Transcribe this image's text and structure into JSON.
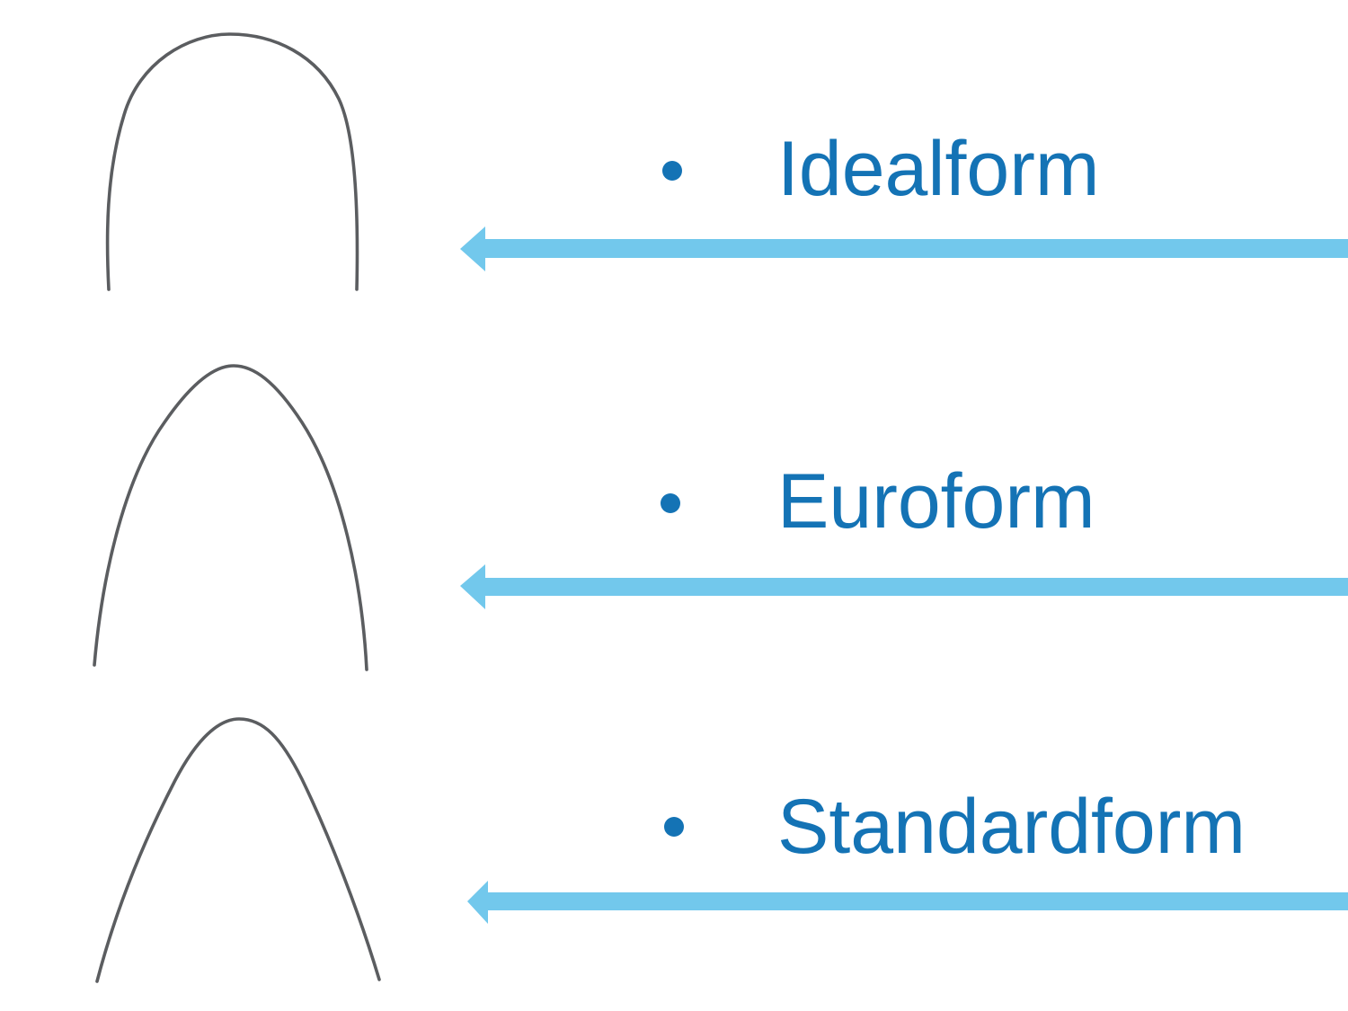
{
  "slide": {
    "items": [
      {
        "label": "Idealform",
        "arch_icon": "ideal-archform-wire",
        "arrow_icon": "left-pointing-arrow"
      },
      {
        "label": "Euroform",
        "arch_icon": "euro-archform-wire",
        "arrow_icon": "left-pointing-arrow"
      },
      {
        "label": "Standardform",
        "arch_icon": "standard-archform-wire",
        "arrow_icon": "left-pointing-arrow"
      }
    ],
    "bullet_icon": "filled-circle"
  },
  "colors": {
    "label_blue": "#1473B5",
    "arrow_blue": "#72C8EC",
    "wire_gray": "#5B5D60",
    "background": "#FFFFFF"
  }
}
